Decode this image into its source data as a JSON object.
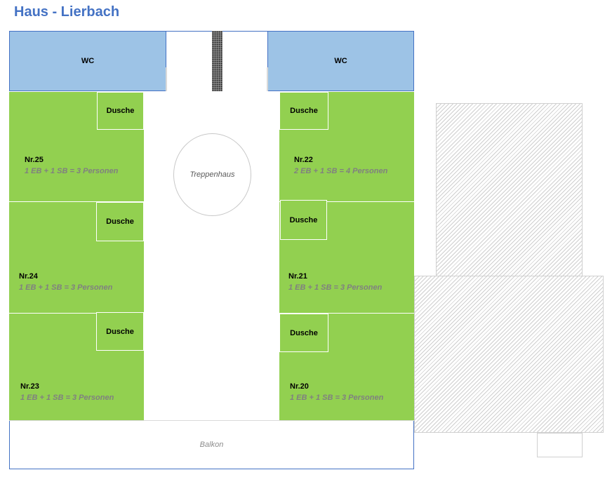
{
  "title": "Haus - Lierbach",
  "wc": [
    "WC",
    "WC"
  ],
  "stairwell": "Treppenhaus",
  "balcony": "Balkon",
  "shower_label": "Dusche",
  "rooms": {
    "r25": {
      "name": "Nr.25",
      "cap": "1 EB + 1 SB = 3 Personen"
    },
    "r24": {
      "name": "Nr.24",
      "cap": "1 EB + 1 SB = 3 Personen"
    },
    "r23": {
      "name": "Nr.23",
      "cap": "1 EB + 1 SB = 3 Personen"
    },
    "r22": {
      "name": "Nr.22",
      "cap": "2 EB + 1 SB = 4 Personen"
    },
    "r21": {
      "name": "Nr.21",
      "cap": "1 EB + 1 SB = 3 Personen"
    },
    "r20": {
      "name": "Nr.20",
      "cap": "1 EB + 1 SB = 3 Personen"
    }
  },
  "colors": {
    "title": "#4472C4",
    "wc": "#9DC3E6",
    "room": "#92D050",
    "outline": "#4472C4"
  }
}
